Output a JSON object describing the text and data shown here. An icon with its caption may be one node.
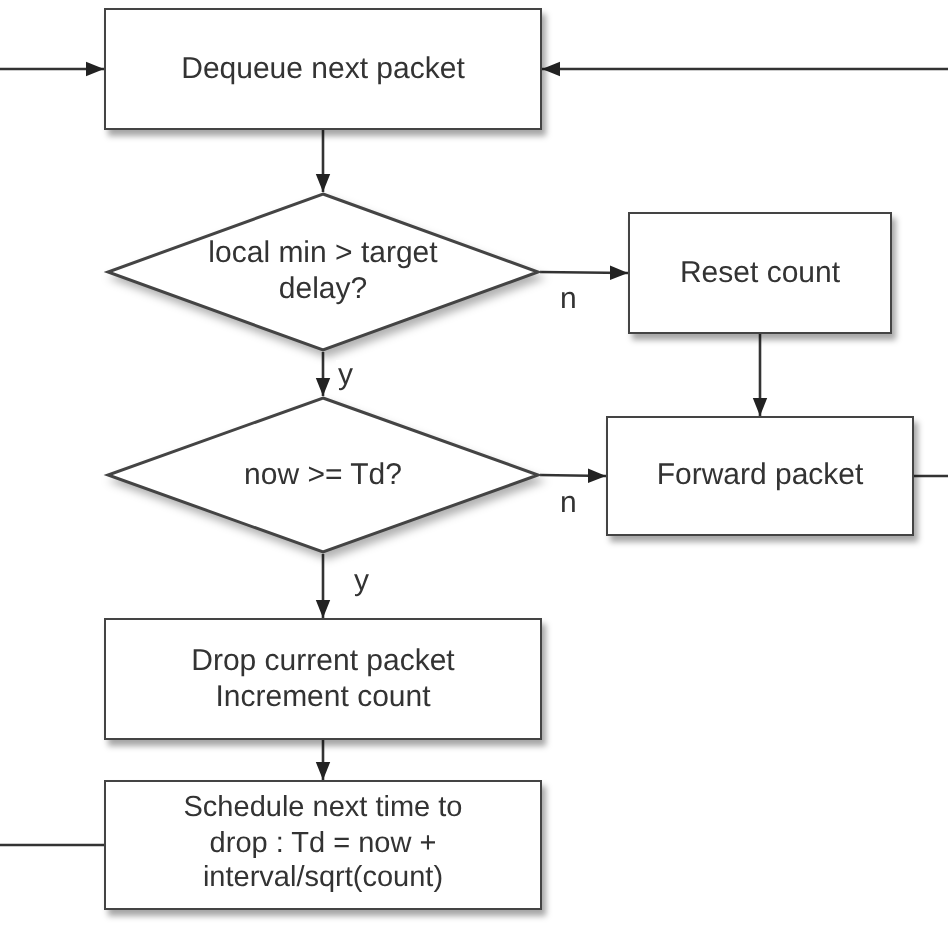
{
  "diagram": {
    "nodes": [
      {
        "text": [
          "Dequeue next packet"
        ]
      },
      {
        "text": [
          "local min > target delay?"
        ]
      },
      {
        "text": [
          "Reset count"
        ]
      },
      {
        "text": [
          "now >= Td?"
        ]
      },
      {
        "text": [
          "Forward packet"
        ]
      },
      {
        "text": [
          "Drop current packet",
          "Increment count"
        ]
      },
      {
        "text": [
          "Schedule next time to drop : Td = now + interval/sqrt(count)"
        ]
      }
    ],
    "edges": [
      {
        "from": 0,
        "to": 1,
        "arrow": "to"
      },
      {
        "from": 1,
        "to": 2,
        "arrow": "to",
        "label": "n"
      },
      {
        "from": 1,
        "to": 3,
        "arrow": "to",
        "label": "y"
      },
      {
        "from": 2,
        "to": 4,
        "arrow": "to"
      },
      {
        "from": 3,
        "to": 4,
        "arrow": "to",
        "label": "n"
      },
      {
        "from": 3,
        "to": 5,
        "arrow": "to",
        "label": "y"
      },
      {
        "from": 5,
        "to": 6,
        "arrow": "to"
      },
      {
        "from": null,
        "to": 0,
        "arrow": "to"
      },
      {
        "from": null,
        "to": 0,
        "arrow": "to"
      },
      {
        "from": 6,
        "to": null,
        "arrow": "none"
      },
      {
        "from": 4,
        "to": null,
        "arrow": "none"
      }
    ]
  }
}
